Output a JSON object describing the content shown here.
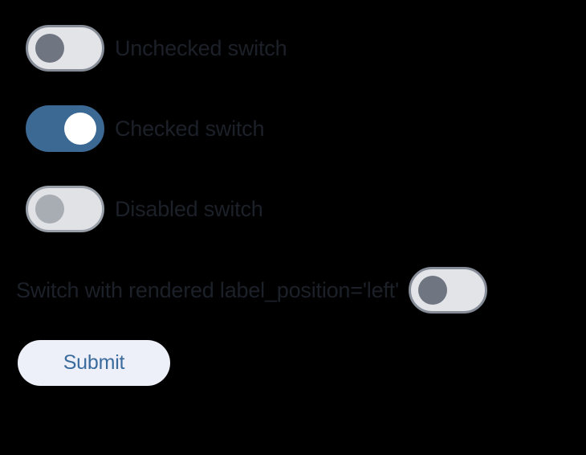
{
  "page": {
    "background_color": "#000000",
    "text_color": "#1c2028"
  },
  "switches": [
    {
      "id": "unchecked-switch",
      "label": "Unchecked switch",
      "state": "unchecked",
      "disabled": false,
      "label_position": "right",
      "track_color": "#e2e4e8",
      "border_color": "#858c97",
      "knob_color": "#6f7681"
    },
    {
      "id": "checked-switch",
      "label": "Checked switch",
      "state": "checked",
      "disabled": false,
      "label_position": "right",
      "track_color": "#3c6894",
      "border_color": "#3c6894",
      "knob_color": "#ffffff"
    },
    {
      "id": "disabled-switch",
      "label": "Disabled switch",
      "state": "unchecked",
      "disabled": true,
      "label_position": "right",
      "track_color": "#e0e2e6",
      "border_color": "#999fa8",
      "knob_color": "#a8acb3"
    },
    {
      "id": "label-left-switch",
      "label": "Switch with rendered label_position='left'",
      "state": "unchecked",
      "disabled": false,
      "label_position": "left",
      "track_color": "#e2e4e8",
      "border_color": "#858c97",
      "knob_color": "#6f7681"
    }
  ],
  "form": {
    "submit_label": "Submit",
    "submit_bg_color": "#eef0f9",
    "submit_text_color": "#3a6b9c"
  }
}
